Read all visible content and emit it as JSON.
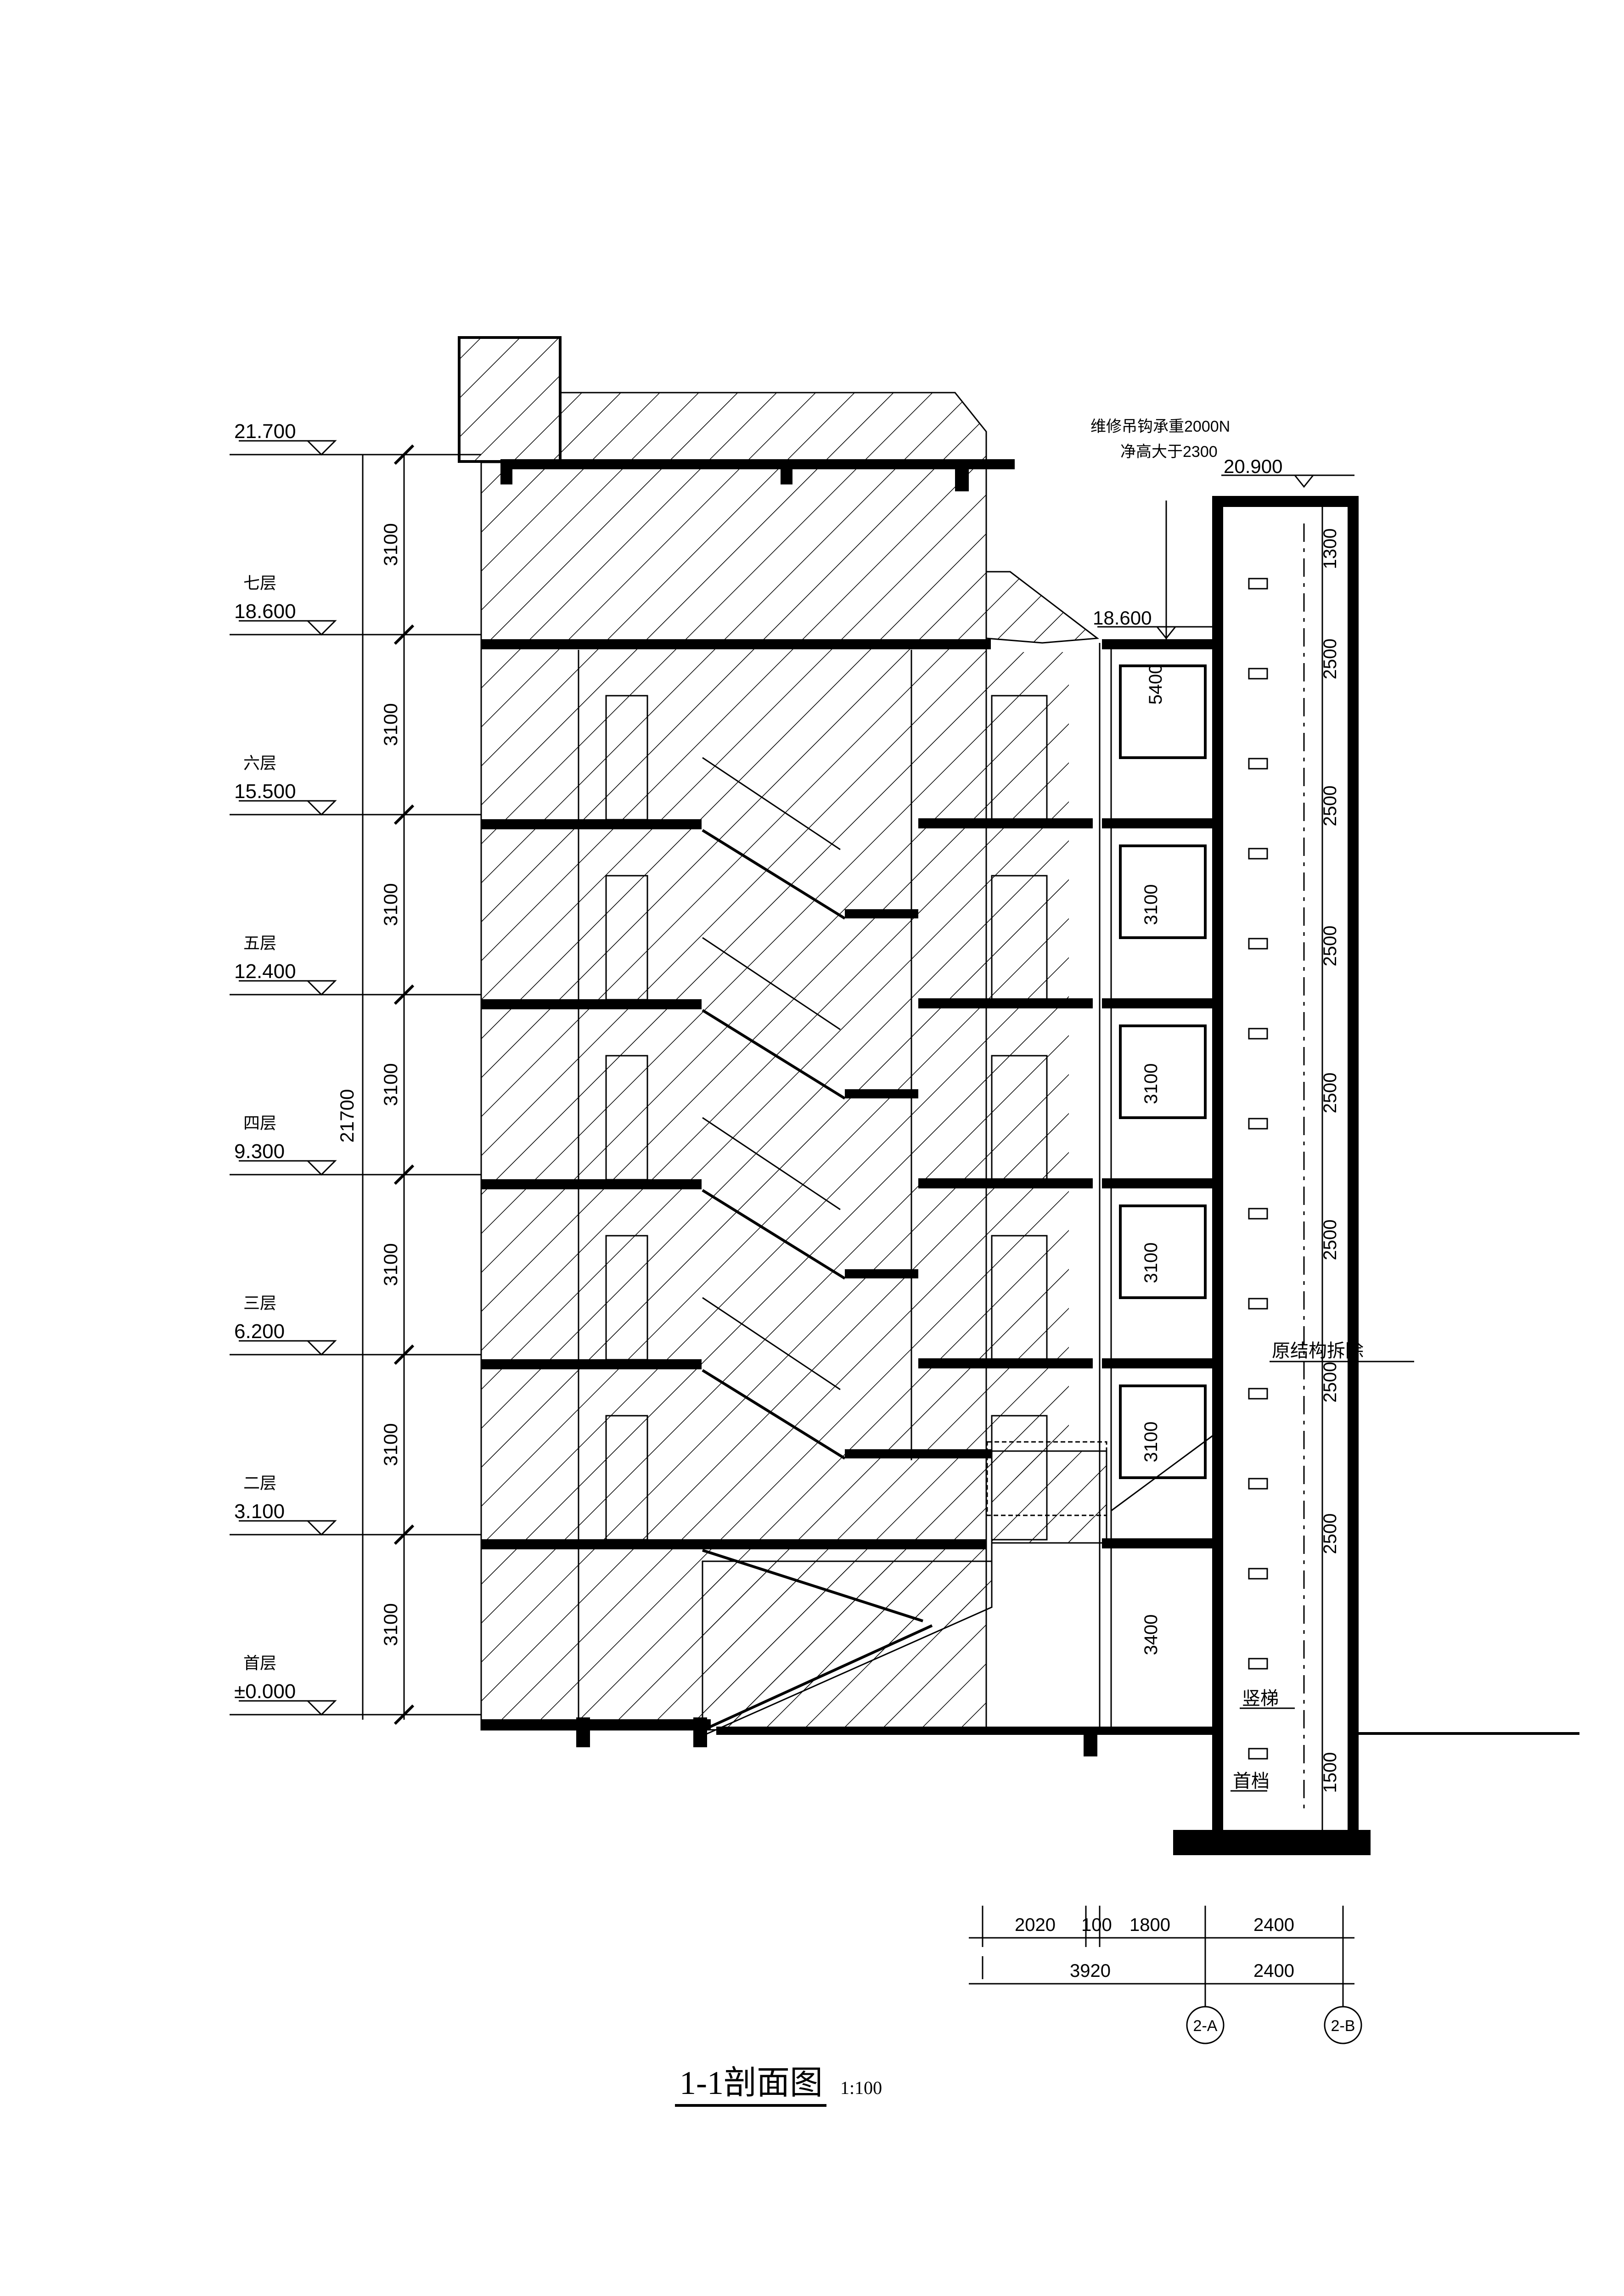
{
  "drawing": {
    "title": "1-1剖面图",
    "scale": "1:100"
  },
  "levels": [
    {
      "elev": "21.700",
      "name": ""
    },
    {
      "elev": "18.600",
      "name": "七层"
    },
    {
      "elev": "15.500",
      "name": "六层"
    },
    {
      "elev": "12.400",
      "name": "五层"
    },
    {
      "elev": "9.300",
      "name": "四层"
    },
    {
      "elev": "6.200",
      "name": "三层"
    },
    {
      "elev": "3.100",
      "name": "二层"
    },
    {
      "elev": "±0.000",
      "name": "首层"
    }
  ],
  "left_dimensions": {
    "floor_heights": [
      "3100",
      "3100",
      "3100",
      "3100",
      "3100",
      "3100",
      "3100"
    ],
    "total": "21700"
  },
  "right_annotations": {
    "hook_load": "维修吊钩承重2000N",
    "clear_height": "净高大于2300",
    "top_elev": "20.900",
    "mid_elev": "18.600",
    "dim_5400": "5400",
    "window_dims": [
      "3100",
      "3100",
      "3100",
      "3100"
    ],
    "dim_3400": "3400",
    "shaft_dims": [
      "1300",
      "2500",
      "2500",
      "2500",
      "2500",
      "2500",
      "2500",
      "2500",
      "1500"
    ],
    "demolish_note": "原结构拆除",
    "ladder": "竖梯",
    "first_step": "首档"
  },
  "bottom_dimensions": {
    "row1": [
      "2020",
      "100",
      "1800",
      "2400"
    ],
    "row2": [
      "3920",
      "2400"
    ]
  },
  "axes": [
    "2-A",
    "2-B"
  ]
}
